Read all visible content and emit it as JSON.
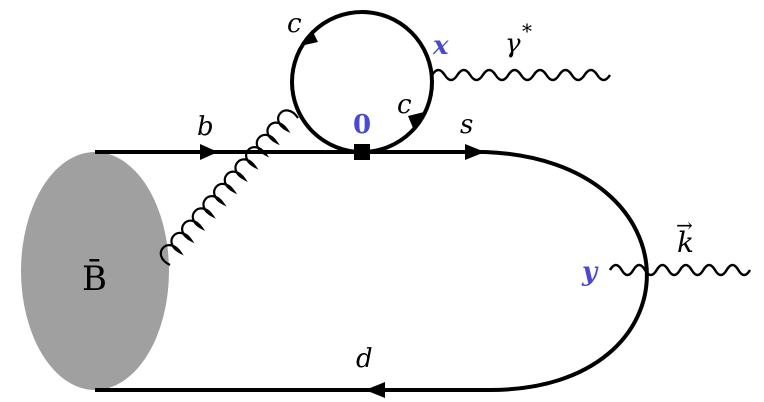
{
  "diagram": {
    "blob_label": "B̄",
    "quark_labels": {
      "b": "b",
      "s": "s",
      "d": "d",
      "c_top": "c",
      "c_right": "c"
    },
    "vertex_labels": {
      "zero": "0",
      "x": "x",
      "y": "y"
    },
    "photon_labels": {
      "gamma_star": "γ",
      "gamma_star_sup": "*",
      "k": "k",
      "k_arrow": "→"
    },
    "colors": {
      "line": "#000000",
      "blob": "#a0a0a0",
      "vertex_label": "#4a4ad0"
    }
  }
}
